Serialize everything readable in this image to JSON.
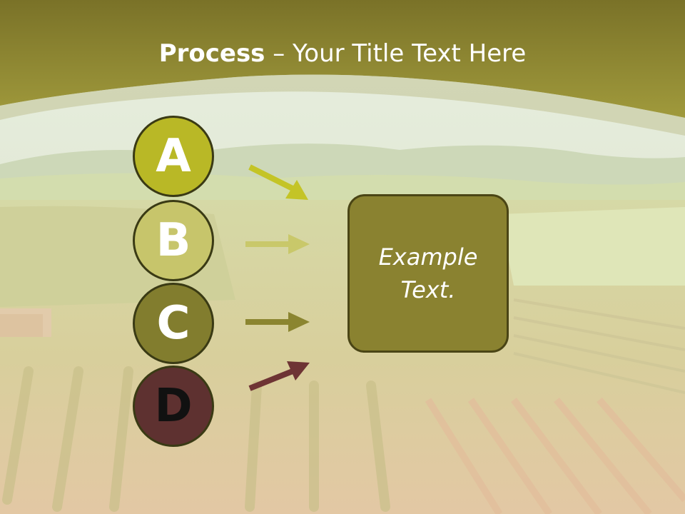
{
  "slide": {
    "title_bold": "Process",
    "title_rest": " – Your Title Text Here"
  },
  "steps": [
    {
      "letter": "A",
      "color": "#b9b826"
    },
    {
      "letter": "B",
      "color": "#c7c56b"
    },
    {
      "letter": "C",
      "color": "#827d2e"
    },
    {
      "letter": "D",
      "color": "#5e3130"
    }
  ],
  "target_box": {
    "text": "Example\nText.",
    "color": "#8a8230"
  },
  "arrow_colors": [
    "#c4c426",
    "#c9c86a",
    "#8b8530",
    "#6e3434"
  ]
}
